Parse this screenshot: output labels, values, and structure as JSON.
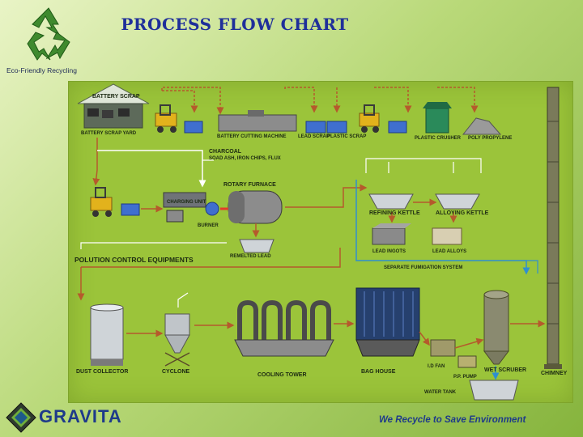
{
  "header": {
    "title": "PROCESS FLOW CHART",
    "tagline": "Eco-Friendly Recycling"
  },
  "footer": {
    "brand": "GRAVITA",
    "slogan": "We Recycle to Save Environment"
  },
  "labels": {
    "battery_scrap": "BATTERY SCRAP",
    "battery_scrap_yard": "BATTERY SCRAP YARD",
    "battery_cutting_machine": "BATTERY CUTTING MACHINE",
    "lead_scrap": "LEAD SCRAP",
    "plastic_scrap": "PLASTIC SCRAP",
    "plastic_crusher": "PLASTIC CRUSHER",
    "poly_propylene": "POLY PROPYLENE",
    "charcoal": "CHARCOAL",
    "flux": "SOAD ASH, IRON CHIPS, FLUX",
    "rotary_furnace": "ROTARY FURNACE",
    "charging_unit": "CHARGING UNIT",
    "burner": "BURNER",
    "remelted_lead": "REMELTED LEAD",
    "pollution_control": "POLUTION CONTROL EQUIPMENTS",
    "refining_kettle": "REFINING KETTLE",
    "alloying_kettle": "ALLOYING KETTLE",
    "lead_ingots": "LEAD INGOTS",
    "lead_alloys": "LEAD ALLOYS",
    "fumigation": "SEPARATE FUMIGATION SYSTEM",
    "dust_collector": "DUST COLLECTOR",
    "cyclone": "CYCLONE",
    "cooling_tower": "COOLING TOWER",
    "bag_house": "BAG HOUSE",
    "id_fan": "I.D FAN",
    "pp_pump": "P.P. PUMP",
    "wet_scrubber": "WET SCRUBER",
    "chimney": "CHIMNEY",
    "water_tank": "WATER TANK"
  },
  "colors": {
    "title": "#1f2f9a",
    "panel": "#9bc43a",
    "flow_arrow": "#b55a2c",
    "fume_arrow": "#2f8fd0",
    "white_flow": "#ffffff"
  },
  "icons": [
    "recycle-icon",
    "gravita-diamond-icon"
  ]
}
